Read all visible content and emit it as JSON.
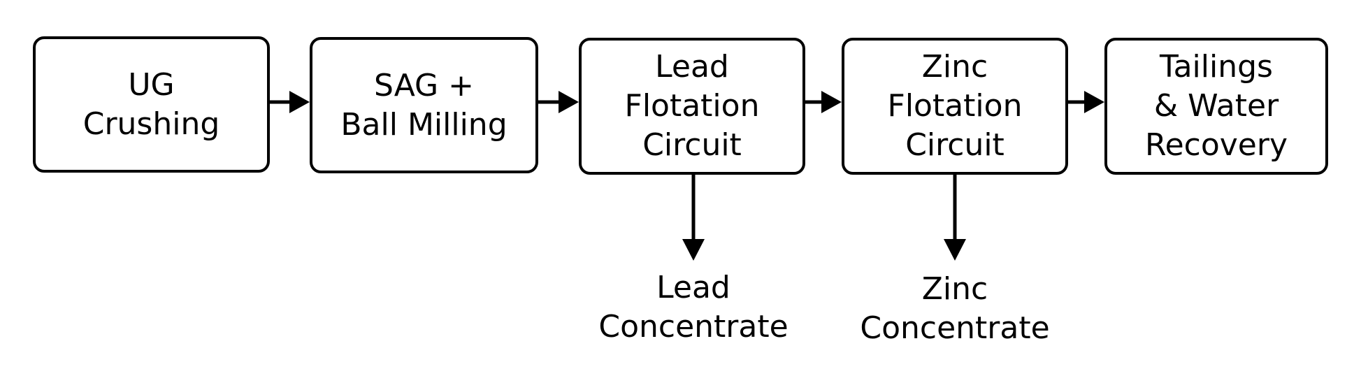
{
  "diagram": {
    "steps": [
      {
        "id": "ug-crushing",
        "lines": [
          "UG",
          "Crushing"
        ]
      },
      {
        "id": "sag-ball-milling",
        "lines": [
          "SAG +",
          "Ball Milling"
        ]
      },
      {
        "id": "lead-flotation",
        "lines": [
          "Lead",
          "Flotation",
          "Circuit"
        ]
      },
      {
        "id": "zinc-flotation",
        "lines": [
          "Zinc",
          "Flotation",
          "Circuit"
        ]
      },
      {
        "id": "tailings-water",
        "lines": [
          "Tailings",
          "& Water",
          "Recovery"
        ]
      }
    ],
    "outputs": [
      {
        "from": "lead-flotation",
        "lines": [
          "Lead",
          "Concentrate"
        ]
      },
      {
        "from": "zinc-flotation",
        "lines": [
          "Zinc",
          "Concentrate"
        ]
      }
    ],
    "colors": {
      "stroke": "#000000",
      "background": "#ffffff"
    }
  }
}
